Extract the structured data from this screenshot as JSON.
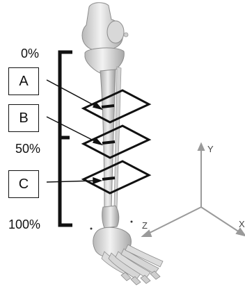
{
  "scale_labels": {
    "top": "0%",
    "middle": "50%",
    "bottom": "100%"
  },
  "sections": [
    {
      "label": "A"
    },
    {
      "label": "B"
    },
    {
      "label": "C"
    }
  ],
  "axes": {
    "y": "Y",
    "z": "Z",
    "x": "X"
  },
  "colors": {
    "bone_fill": "#e6e6e6",
    "bone_shade": "#b8b8b8",
    "line": "#111111",
    "axis": "#9a9a9a"
  }
}
